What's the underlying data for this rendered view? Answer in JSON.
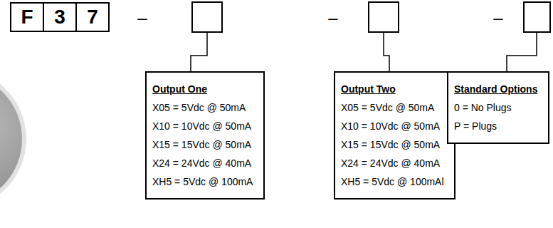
{
  "diagram": {
    "nodes": [
      {
        "text": [
          "F"
        ]
      },
      {
        "text": [
          "3"
        ]
      },
      {
        "text": [
          "7"
        ]
      },
      {
        "text": [
          "Output One",
          "X05 = 5Vdc @ 50mA",
          "X10 = 10Vdc @ 50mA",
          "X15 = 15Vdc @ 50mA",
          "X24 = 24Vdc @ 40mA",
          "XH5 = 5Vdc @ 100mA"
        ]
      },
      {
        "text": [
          "Output Two",
          "X05 = 5Vdc @ 50mA",
          "X10 = 10Vdc @ 50mA",
          "X15 = 15Vdc @ 50mA",
          "X24 = 24Vdc @ 40mA",
          "XH5 = 5Vdc @ 100mAl"
        ]
      },
      {
        "text": [
          "Standard Options",
          "0 = No Plugs",
          "P = Plugs"
        ]
      }
    ],
    "labels": [
      "–",
      "–",
      "–"
    ]
  }
}
